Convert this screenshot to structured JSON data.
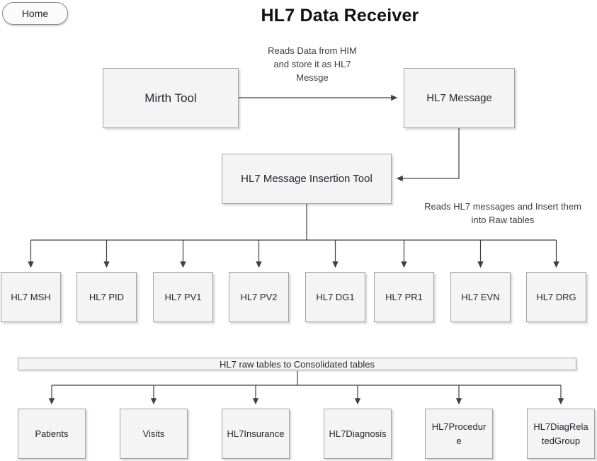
{
  "home": {
    "label": "Home"
  },
  "title": "HL7 Data Receiver",
  "annotations": {
    "flow1": "Reads Data from HIM and store it as HL7 Messge",
    "flow2": "Reads HL7 messages and Insert them into Raw tables"
  },
  "nodes": {
    "mirth_tool": "Mirth Tool",
    "hl7_message": "HL7 Message",
    "insertion_tool": "HL7 Message Insertion Tool"
  },
  "bar": {
    "label": "HL7 raw  tables to Consolidated tables"
  },
  "raw_tables": [
    {
      "label": "HL7 MSH"
    },
    {
      "label": "HL7 PID"
    },
    {
      "label": "HL7 PV1"
    },
    {
      "label": "HL7 PV2"
    },
    {
      "label": "HL7 DG1"
    },
    {
      "label": "HL7 PR1"
    },
    {
      "label": "HL7 EVN"
    },
    {
      "label": "HL7 DRG"
    }
  ],
  "consolidated_tables": [
    {
      "label": "Patients"
    },
    {
      "label": "Visits"
    },
    {
      "label": "HL7Insurance"
    },
    {
      "label": "HL7Diagnosis"
    },
    {
      "label": "HL7Procedure"
    },
    {
      "label": "HL7DiagRelatedGroup"
    }
  ],
  "colors": {
    "box_fill": "#f4f4f4",
    "box_border": "#a3a3a3",
    "line": "#404040",
    "text": "#26262e"
  }
}
